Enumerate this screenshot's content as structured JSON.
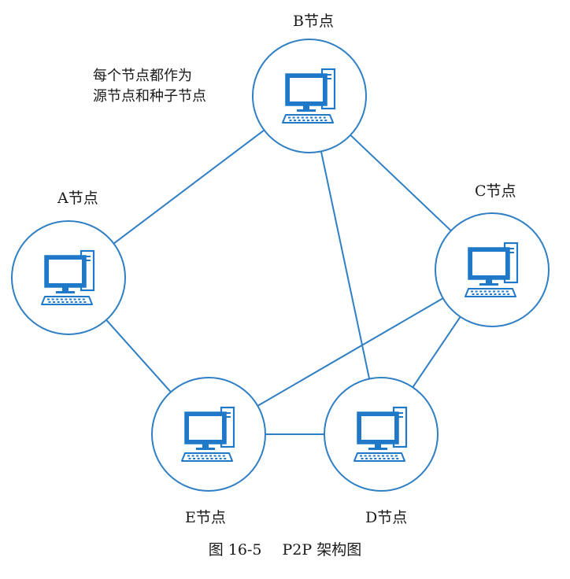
{
  "diagram": {
    "nodes": [
      {
        "id": "A",
        "label": "A节点"
      },
      {
        "id": "B",
        "label": "B节点"
      },
      {
        "id": "C",
        "label": "C节点"
      },
      {
        "id": "D",
        "label": "D节点"
      },
      {
        "id": "E",
        "label": "E节点"
      }
    ],
    "edges": [
      [
        "A",
        "B"
      ],
      [
        "B",
        "C"
      ],
      [
        "B",
        "D"
      ],
      [
        "A",
        "E"
      ],
      [
        "C",
        "E"
      ],
      [
        "C",
        "D"
      ],
      [
        "E",
        "D"
      ]
    ],
    "note_lines": [
      "每个节点都作为",
      "源节点和种子节点"
    ],
    "caption_number": "图 16-5",
    "caption_title": "P2P 架构图",
    "colors": {
      "line": "#2f7fc4",
      "icon": "#1f78c8",
      "screen_fill": "#ffffff"
    },
    "node_icon": "desktop-computer-icon"
  }
}
